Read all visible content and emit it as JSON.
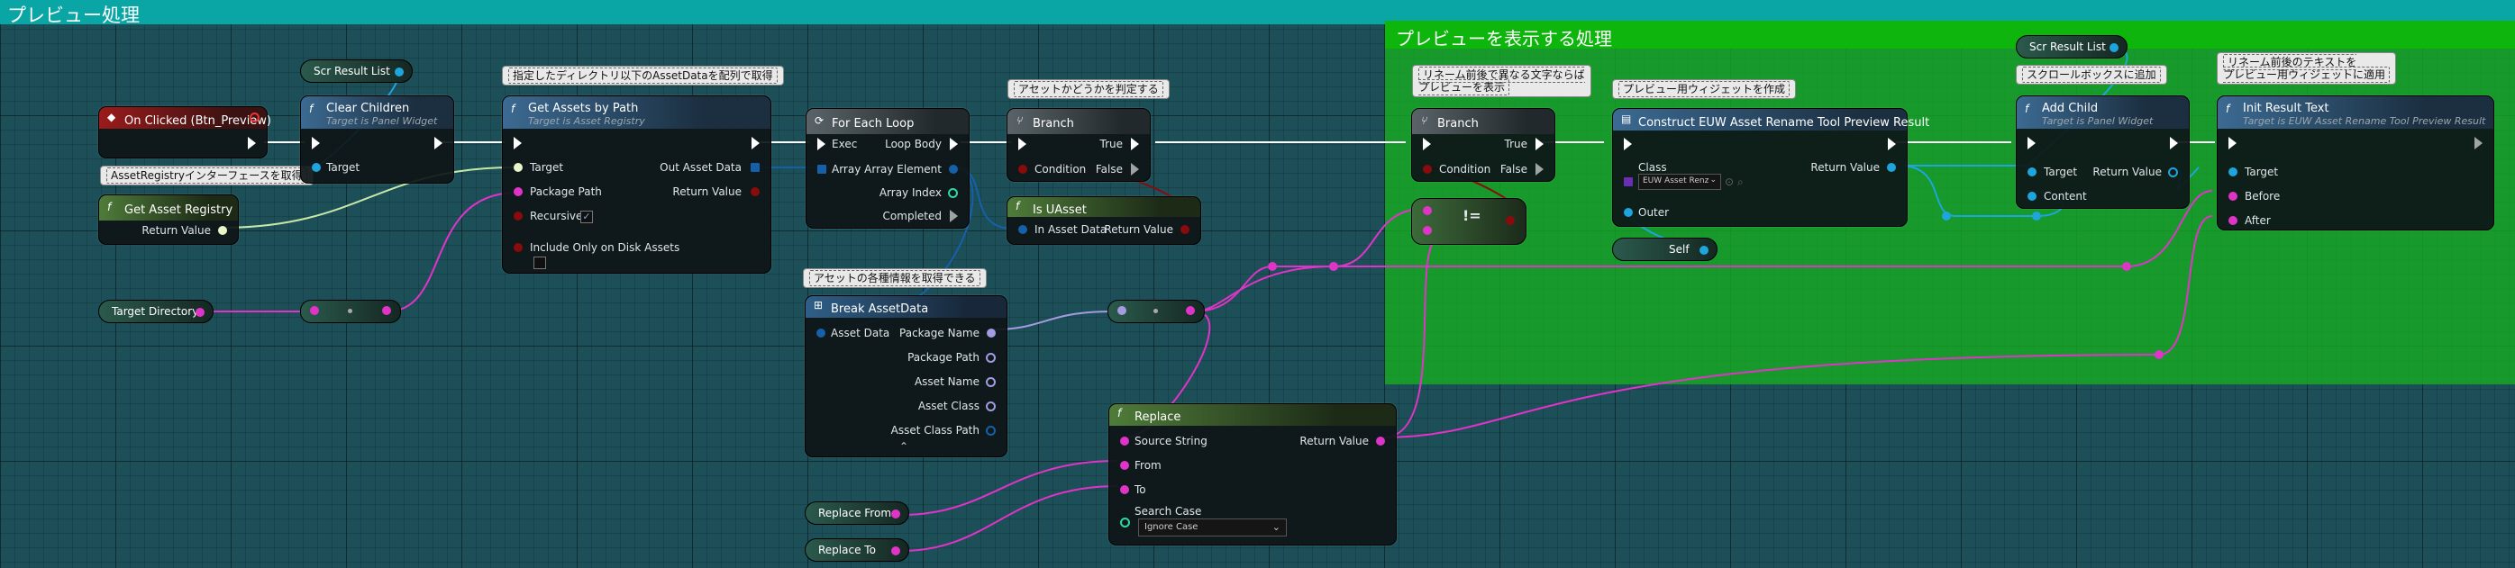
{
  "comments": {
    "main": "プレビュー処理",
    "preview": "プレビューを表示する処理"
  },
  "bubbles": {
    "get_assets": "指定したディレクトリ以下のAssetDataを配列で取得",
    "asset_registry": "AssetRegistryインターフェースを取得",
    "branch1": "アセットかどうかを判定する",
    "break_asset": "アセットの各種情報を取得できる",
    "branch2": "リネーム前後で異なる文字ならば\nプレビューを表示",
    "construct": "プレビュー用ウィジェットを作成",
    "add_child": "スクロールボックスに追加",
    "init_result": "リネーム前後のテキストを\nプレビュー用ウィジェットに適用"
  },
  "nodes": {
    "on_clicked": {
      "title": "On Clicked (Btn_Preview)"
    },
    "clear_children": {
      "title": "Clear Children",
      "subtitle": "Target is Panel Widget",
      "target": "Target"
    },
    "get_asset_registry": {
      "title": "Get Asset Registry",
      "return_value": "Return Value"
    },
    "get_assets_by_path": {
      "title": "Get Assets by Path",
      "subtitle": "Target is Asset Registry",
      "target": "Target",
      "package_path": "Package Path",
      "recursive": "Recursive",
      "include_disk": "Include Only on Disk Assets",
      "out_asset_data": "Out Asset Data",
      "return_value": "Return Value"
    },
    "for_each": {
      "title": "For Each Loop",
      "exec": "Exec",
      "array": "Array",
      "loop_body": "Loop Body",
      "array_element": "Array Element",
      "array_index": "Array Index",
      "completed": "Completed"
    },
    "branch1": {
      "title": "Branch",
      "condition": "Condition",
      "true": "True",
      "false": "False"
    },
    "is_uasset": {
      "title": "Is UAsset",
      "in_asset_data": "In Asset Data",
      "return_value": "Return Value"
    },
    "break_asset": {
      "title": "Break AssetData",
      "asset_data": "Asset Data",
      "package_name": "Package Name",
      "package_path": "Package Path",
      "asset_name": "Asset Name",
      "asset_class": "Asset Class",
      "asset_class_path": "Asset Class Path"
    },
    "replace": {
      "title": "Replace",
      "source": "Source String",
      "from": "From",
      "to": "To",
      "search_case": "Search Case",
      "search_case_value": "Ignore Case",
      "return_value": "Return Value"
    },
    "branch2": {
      "title": "Branch",
      "condition": "Condition",
      "true": "True",
      "false": "False"
    },
    "not_equal": {
      "label": "!="
    },
    "construct": {
      "title": "Construct EUW Asset Rename Tool Preview Result",
      "class": "Class",
      "class_value": "EUW Asset Renz",
      "outer": "Outer",
      "return_value": "Return Value"
    },
    "add_child": {
      "title": "Add Child",
      "subtitle": "Target is Panel Widget",
      "target": "Target",
      "content": "Content",
      "return_value": "Return Value"
    },
    "init_result": {
      "title": "Init Result Text",
      "subtitle": "Target is EUW Asset Rename Tool Preview Result",
      "target": "Target",
      "before": "Before",
      "after": "After"
    }
  },
  "variables": {
    "scr_result_list_1": "Scr Result List",
    "scr_result_list_2": "Scr Result List",
    "target_directory": "Target Directory",
    "replace_from": "Replace From",
    "replace_to": "Replace To",
    "self": "Self"
  },
  "colors": {
    "exec": "#ffffff",
    "object": "#1ea5dd",
    "string": "#e034c8",
    "bool": "#8a0b0b",
    "struct": "#1560a8",
    "int": "#2ed8a6",
    "text": "#e070b8",
    "wire_object": "#c8e8a8"
  }
}
